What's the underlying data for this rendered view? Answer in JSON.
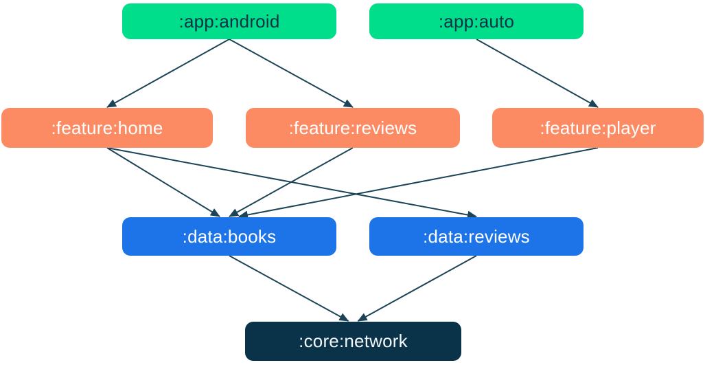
{
  "diagram": {
    "type": "dependency-graph",
    "nodes": [
      {
        "id": "app-android",
        "label": ":app:android",
        "type": "app"
      },
      {
        "id": "app-auto",
        "label": ":app:auto",
        "type": "app"
      },
      {
        "id": "feature-home",
        "label": ":feature:home",
        "type": "feature"
      },
      {
        "id": "feature-reviews",
        "label": ":feature:reviews",
        "type": "feature"
      },
      {
        "id": "feature-player",
        "label": ":feature:player",
        "type": "feature"
      },
      {
        "id": "data-books",
        "label": ":data:books",
        "type": "data"
      },
      {
        "id": "data-reviews",
        "label": ":data:reviews",
        "type": "data"
      },
      {
        "id": "core-network",
        "label": ":core:network",
        "type": "core"
      }
    ],
    "edges": [
      {
        "from": "app-android",
        "to": "feature-home"
      },
      {
        "from": "app-android",
        "to": "feature-reviews"
      },
      {
        "from": "app-auto",
        "to": "feature-player"
      },
      {
        "from": "feature-home",
        "to": "data-books"
      },
      {
        "from": "feature-reviews",
        "to": "data-books"
      },
      {
        "from": "feature-player",
        "to": "data-books"
      },
      {
        "from": "feature-home",
        "to": "data-reviews"
      },
      {
        "from": "data-books",
        "to": "core-network"
      },
      {
        "from": "data-reviews",
        "to": "core-network"
      }
    ],
    "colors": {
      "app_node": "#00DE8B",
      "feature_node": "#FC8A63",
      "data_node": "#1D73E8",
      "core_node": "#0A3349",
      "arrow": "#1C4458",
      "app_text": "#0B3246",
      "light_text": "#FFFFFF",
      "background": "#FFFFFF"
    }
  }
}
